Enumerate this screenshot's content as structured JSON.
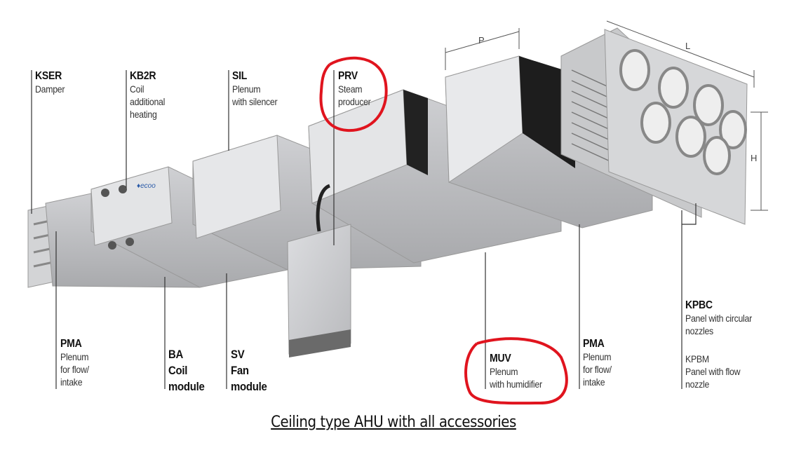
{
  "labels": {
    "kser": {
      "code": "KSER",
      "desc": "Damper"
    },
    "kb2r": {
      "code": "KB2R",
      "desc1": "Coil",
      "desc2": "additional",
      "desc3": "heating"
    },
    "sil": {
      "code": "SIL",
      "desc1": "Plenum",
      "desc2": "with silencer"
    },
    "prv": {
      "code": "PRV",
      "desc1": "Steam",
      "desc2": "producer"
    },
    "pma_left": {
      "code": "PMA",
      "desc1": "Plenum",
      "desc2": "for flow/",
      "desc3": "intake"
    },
    "ba": {
      "line1": "BA",
      "line2": "Coil",
      "line3": "module"
    },
    "sv": {
      "line1": "SV",
      "line2": "Fan",
      "line3": "module"
    },
    "muv": {
      "code": "MUV",
      "desc1": "Plenum",
      "desc2": "with humidifier"
    },
    "pma_right": {
      "code": "PMA",
      "desc1": "Plenum",
      "desc2": "for flow/",
      "desc3": "intake"
    },
    "kpbc": {
      "code": "KPBC",
      "desc1": "Panel with circular",
      "desc2": "nozzles"
    },
    "kpbm": {
      "code": "KPBM",
      "desc1": "Panel with flow",
      "desc2": "nozzle"
    }
  },
  "dimensions": {
    "p": "P",
    "l": "L",
    "h": "H"
  },
  "caption": "Ceiling type AHU with all accessories",
  "colors": {
    "highlight": "#e0141e",
    "unit_grey": "#c9cacc"
  }
}
